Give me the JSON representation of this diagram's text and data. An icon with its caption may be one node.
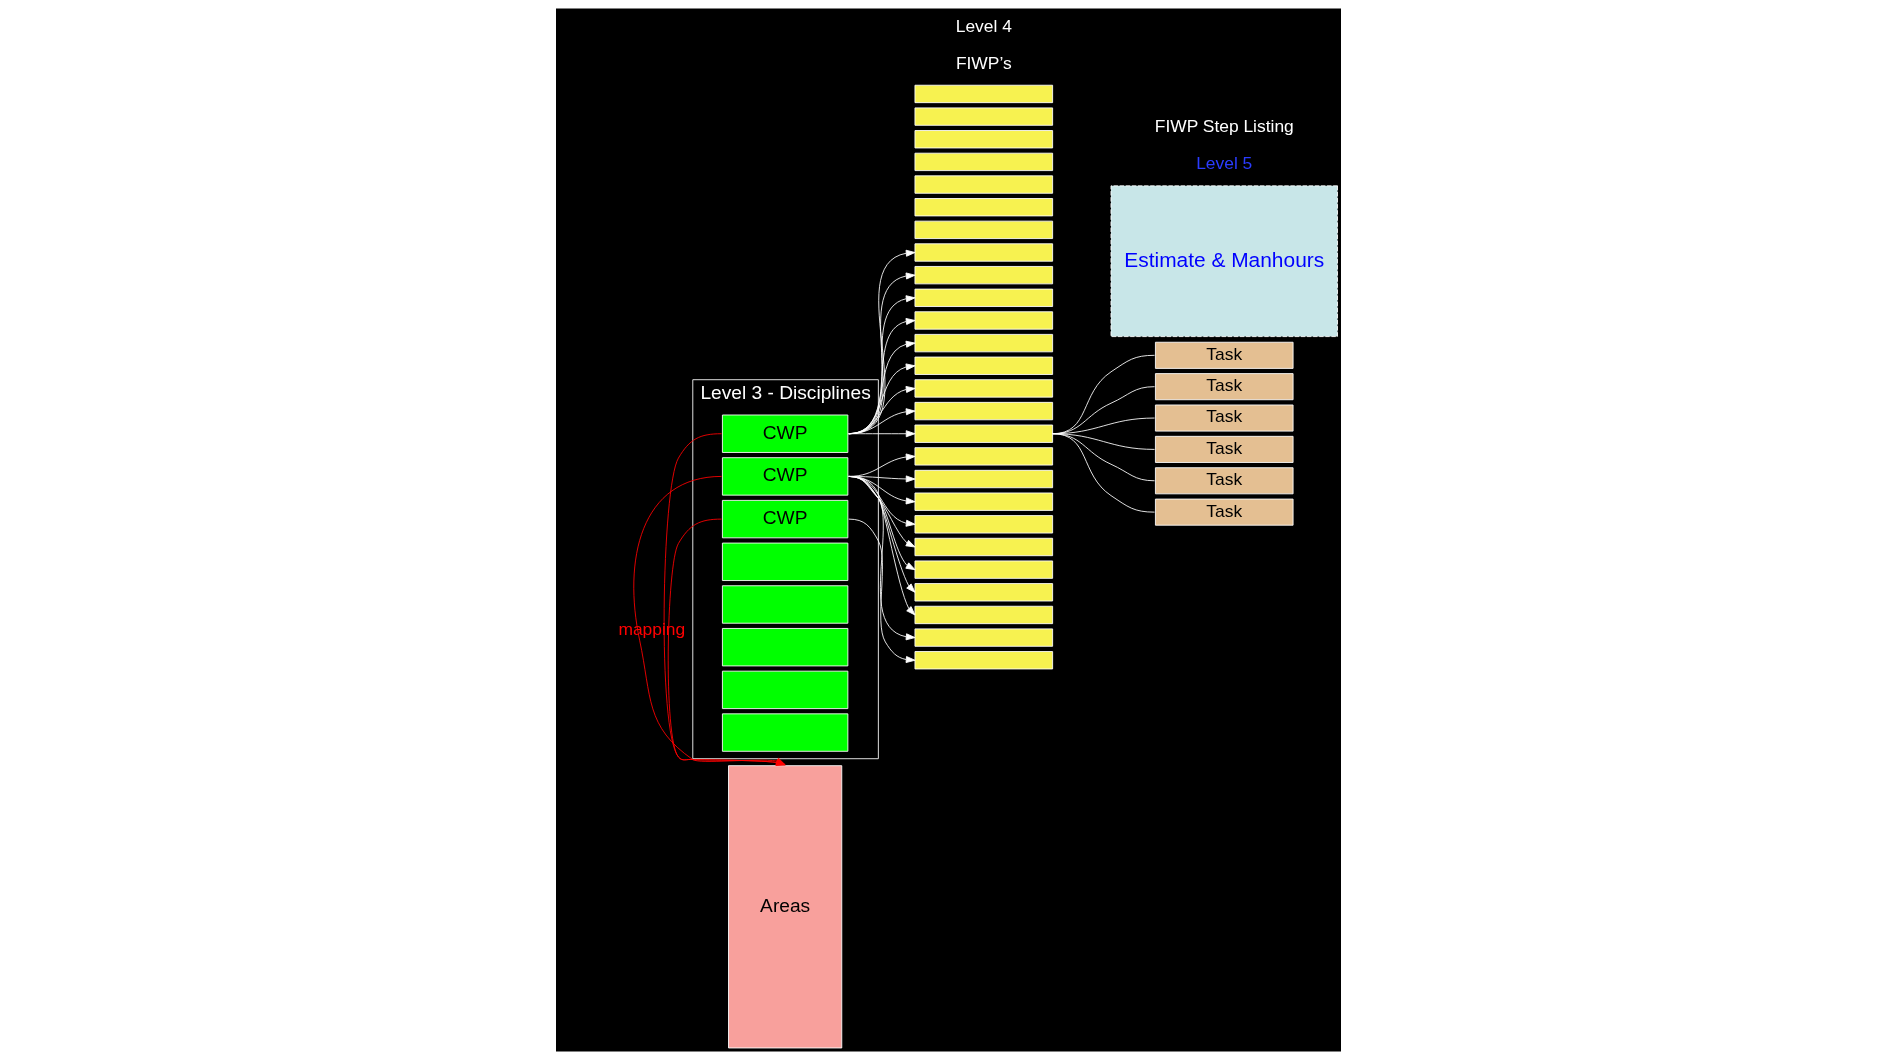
{
  "diagram": {
    "nodes": [
      {
        "text": [
          "Areas"
        ]
      },
      {
        "text": [
          "Level 3 - Disciplines"
        ]
      },
      {
        "text": [
          "CWP"
        ],
        "in": 1
      },
      {
        "text": [
          "CWP"
        ],
        "in": 1
      },
      {
        "text": [
          "CWP"
        ],
        "in": 1
      },
      {
        "text": [],
        "shape": "box",
        "in": 1
      },
      {
        "text": [],
        "shape": "box",
        "in": 1
      },
      {
        "text": [],
        "shape": "box",
        "in": 1
      },
      {
        "text": [],
        "shape": "box",
        "in": 1
      },
      {
        "text": [],
        "shape": "box",
        "in": 1
      },
      {
        "text": [],
        "shape": "box"
      },
      {
        "text": [],
        "shape": "box"
      },
      {
        "text": [],
        "shape": "box"
      },
      {
        "text": [],
        "shape": "box"
      },
      {
        "text": [],
        "shape": "box"
      },
      {
        "text": [],
        "shape": "box"
      },
      {
        "text": [],
        "shape": "box"
      },
      {
        "text": [],
        "shape": "box"
      },
      {
        "text": [],
        "shape": "box"
      },
      {
        "text": [],
        "shape": "box"
      },
      {
        "text": [],
        "shape": "box"
      },
      {
        "text": [],
        "shape": "box"
      },
      {
        "text": [],
        "shape": "box"
      },
      {
        "text": [],
        "shape": "box"
      },
      {
        "text": [],
        "shape": "box"
      },
      {
        "text": [],
        "shape": "box"
      },
      {
        "text": [],
        "shape": "box"
      },
      {
        "text": [],
        "shape": "box"
      },
      {
        "text": [],
        "shape": "box"
      },
      {
        "text": [],
        "shape": "box"
      },
      {
        "text": [],
        "shape": "box"
      },
      {
        "text": [],
        "shape": "box"
      },
      {
        "text": [],
        "shape": "box"
      },
      {
        "text": [],
        "shape": "box"
      },
      {
        "text": [],
        "shape": "box"
      },
      {
        "text": [],
        "shape": "box"
      },
      {
        "text": [
          "Estimate & Manhours"
        ]
      },
      {
        "text": [
          "Task"
        ]
      },
      {
        "text": [
          "Task"
        ]
      },
      {
        "text": [
          "Task"
        ]
      },
      {
        "text": [
          "Task"
        ]
      },
      {
        "text": [
          "Task"
        ]
      },
      {
        "text": [
          "Task"
        ]
      }
    ],
    "edges": [
      {
        "from": 2,
        "to": 0,
        "arrow": "to",
        "color": "#ff0000"
      },
      {
        "from": 3,
        "to": 0,
        "arrow": "to",
        "color": "#ff0000",
        "label": "mapping"
      },
      {
        "from": 4,
        "to": 0,
        "arrow": "to",
        "color": "#ff0000"
      },
      {
        "from": 2,
        "to": 10,
        "arrow": "to"
      },
      {
        "from": 2,
        "to": 11,
        "arrow": "to"
      },
      {
        "from": 2,
        "to": 12,
        "arrow": "to"
      },
      {
        "from": 2,
        "to": 13,
        "arrow": "to"
      },
      {
        "from": 2,
        "to": 14,
        "arrow": "to"
      },
      {
        "from": 2,
        "to": 15,
        "arrow": "to"
      },
      {
        "from": 2,
        "to": 16,
        "arrow": "to"
      },
      {
        "from": 2,
        "to": 17,
        "arrow": "to"
      },
      {
        "from": 2,
        "to": 18,
        "arrow": "to"
      },
      {
        "from": 3,
        "to": 19,
        "arrow": "to"
      },
      {
        "from": 3,
        "to": 20,
        "arrow": "to"
      },
      {
        "from": 3,
        "to": 21,
        "arrow": "to"
      },
      {
        "from": 3,
        "to": 22,
        "arrow": "to"
      },
      {
        "from": 3,
        "to": 23,
        "arrow": "to"
      },
      {
        "from": 3,
        "to": 24,
        "arrow": "to"
      },
      {
        "from": 3,
        "to": 25,
        "arrow": "to"
      },
      {
        "from": 3,
        "to": 26,
        "arrow": "to"
      },
      {
        "from": 3,
        "to": 27,
        "arrow": "to"
      },
      {
        "from": 4,
        "to": 28,
        "arrow": "to"
      },
      {
        "from": 18,
        "to": 37,
        "arrow": "none"
      },
      {
        "from": 18,
        "to": 38,
        "arrow": "none"
      },
      {
        "from": 18,
        "to": 39,
        "arrow": "none"
      },
      {
        "from": 18,
        "to": 40,
        "arrow": "none"
      },
      {
        "from": 18,
        "to": 41,
        "arrow": "none"
      },
      {
        "from": 18,
        "to": 42,
        "arrow": "none"
      }
    ],
    "labels": [
      "FIWP’s",
      "Level 4",
      "Level 5",
      "FIWP Step Listing"
    ]
  }
}
